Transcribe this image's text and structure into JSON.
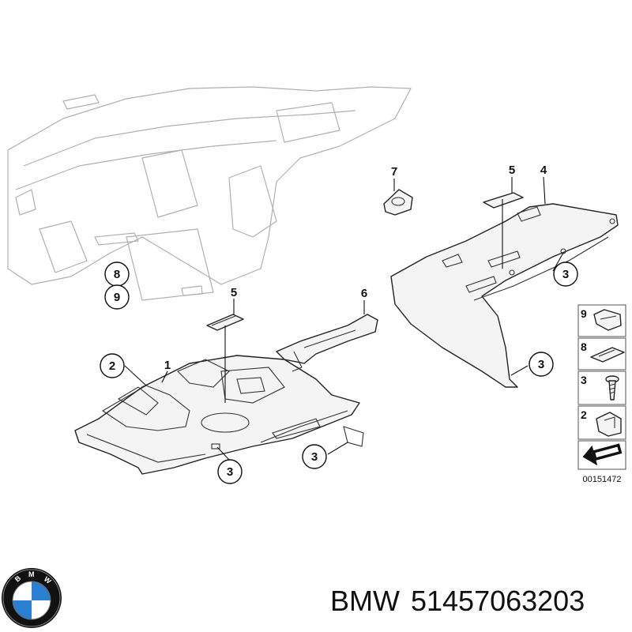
{
  "diagram": {
    "callouts": [
      {
        "id": "c2",
        "label": "2"
      },
      {
        "id": "c3a",
        "label": "3"
      },
      {
        "id": "c3b",
        "label": "3"
      },
      {
        "id": "c3c",
        "label": "3"
      },
      {
        "id": "c3d",
        "label": "3"
      },
      {
        "id": "c8",
        "label": "8"
      },
      {
        "id": "c9",
        "label": "9"
      }
    ],
    "plain_labels": [
      {
        "id": "l1",
        "label": "1"
      },
      {
        "id": "l4",
        "label": "4"
      },
      {
        "id": "l5a",
        "label": "5"
      },
      {
        "id": "l5b",
        "label": "5"
      },
      {
        "id": "l6",
        "label": "6"
      },
      {
        "id": "l7",
        "label": "7"
      }
    ],
    "legend": [
      {
        "label": "9",
        "icon": "clip-icon"
      },
      {
        "label": "8",
        "icon": "bracket-icon"
      },
      {
        "label": "3",
        "icon": "screw-icon"
      },
      {
        "label": "2",
        "icon": "clamp-icon"
      }
    ],
    "reference_code": "00151472"
  },
  "footer": {
    "brand": "BMW",
    "part_number": "51457063203",
    "logo_icon": "bmw-roundel-icon"
  }
}
